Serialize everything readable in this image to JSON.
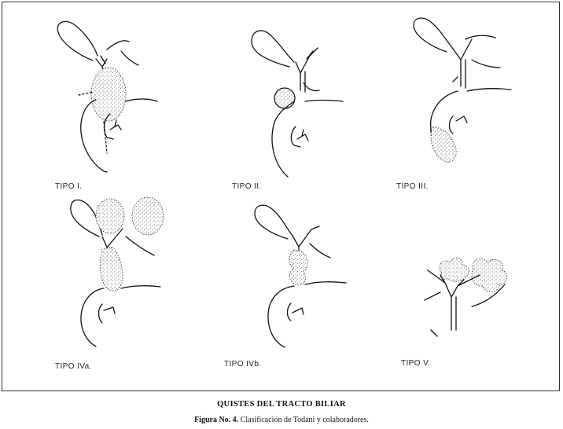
{
  "diagram": {
    "panels": [
      {
        "id": "tipo-1",
        "label": "TIPO I."
      },
      {
        "id": "tipo-2",
        "label": "TIPO II."
      },
      {
        "id": "tipo-3",
        "label": "TIPO III."
      },
      {
        "id": "tipo-4a",
        "label": "TIPO IVa."
      },
      {
        "id": "tipo-4b",
        "label": "TIPO IVb."
      },
      {
        "id": "tipo-5",
        "label": "TIPO V."
      }
    ]
  },
  "figure": {
    "title": "QUISTES DEL TRACTO BILIAR",
    "caption_prefix": "Figura No. 4.",
    "caption_text": " Clasificación de Todani y colaboradores."
  }
}
